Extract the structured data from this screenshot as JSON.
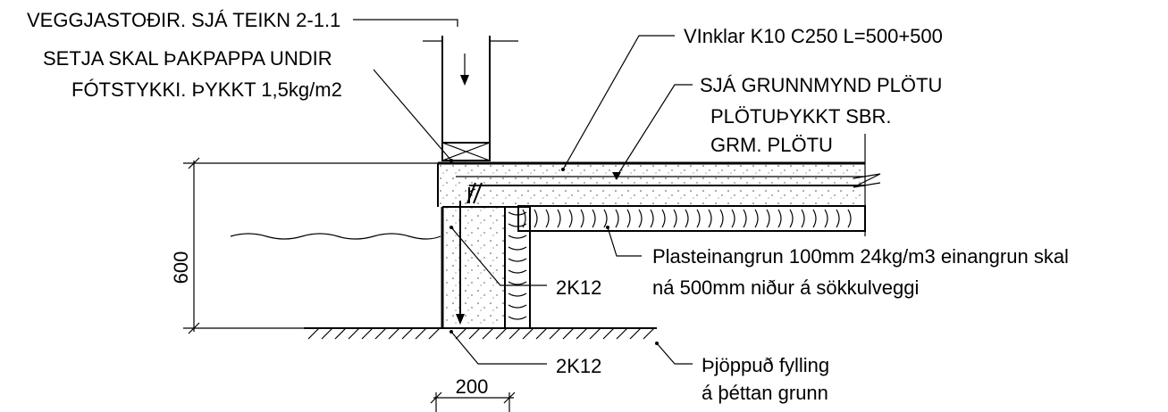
{
  "labels": {
    "wall_supports": "VEGGJASTOÐIR. SJÁ TEIKN 2-1.1",
    "felt_line1": "SETJA SKAL ÞAKPAPPA UNDIR",
    "felt_line2": "FÓTSTYKKI. ÞYKKT 1,5kg/m2",
    "angles": "VInklar K10 C250 L=500+500",
    "plan_ref": "SJÁ GRUNNMYND PLÖTU",
    "slab_thickness_line1": "PLÖTUÞYKKT SBR.",
    "slab_thickness_line2": "GRM. PLÖTU",
    "insulation_line1": "Plasteinangrun 100mm 24kg/m3 einangrun skal",
    "insulation_line2": "ná 500mm niður á sökkulveggi",
    "rebar_upper": "2K12",
    "rebar_lower": "2K12",
    "fill_line1": "Þjöppuð fylling",
    "fill_line2": "á þéttan grunn"
  },
  "dimensions": {
    "height": "600",
    "width": "200"
  },
  "colors": {
    "ink": "#000000",
    "paper": "#ffffff"
  }
}
